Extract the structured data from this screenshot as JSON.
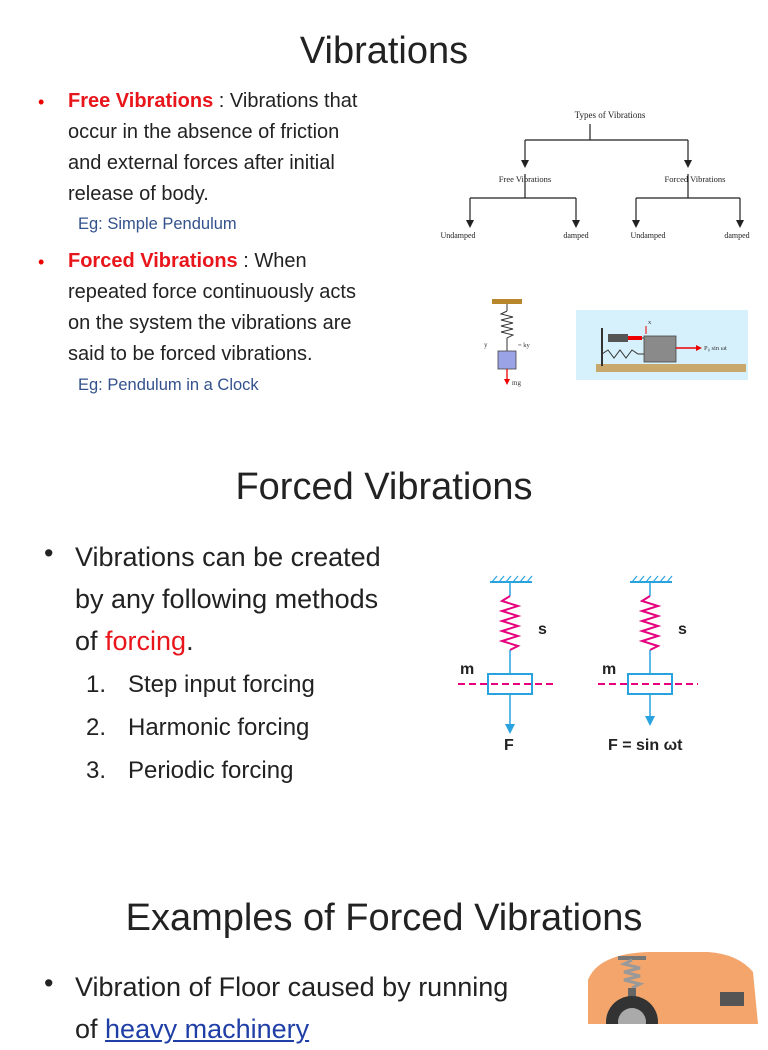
{
  "slide1": {
    "title": "Vibrations",
    "bullet1": {
      "term": "Free Vibrations",
      "sep": " : ",
      "text1": "Vibrations that",
      "lines": [
        "occur in the absence of friction",
        "and external forces after initial",
        "release of body."
      ]
    },
    "eg1": "Eg: Simple Pendulum",
    "bullet2": {
      "term": "Forced Vibrations",
      "sep": " : ",
      "text1": "When",
      "lines": [
        "repeated force continuously acts",
        "on the system the vibrations are",
        "said to be forced vibrations."
      ]
    },
    "eg2": "Eg: Pendulum in a Clock",
    "tree": {
      "root": "Types of Vibrations",
      "left": "Free Vibrations",
      "right": "Forced Vibrations",
      "leaves": [
        "Undamped",
        "damped",
        "Undamped",
        "damped"
      ]
    },
    "fig1_labels": {
      "force": "mg",
      "spring": "= ky",
      "disp": "y"
    },
    "fig2_labels": {
      "force": "P₀ sin ωt",
      "top": "x"
    }
  },
  "slide2": {
    "title": "Forced Vibrations",
    "intro_lines": [
      "Vibrations can be created",
      "by any following methods"
    ],
    "intro_last_pre": "of ",
    "intro_last_red": "forcing",
    "intro_last_post": ".",
    "items": [
      {
        "num": "1.",
        "text": "Step input forcing"
      },
      {
        "num": "2.",
        "text": "Harmonic forcing"
      },
      {
        "num": "3.",
        "text": "Periodic forcing"
      }
    ],
    "diagram": {
      "spring_label": "s",
      "mass_label": "m",
      "force_left": "F",
      "force_right": "F = sin ωt"
    }
  },
  "slide3": {
    "title": "Examples of Forced Vibrations",
    "bullet": "Vibration of Floor caused by running",
    "line2_pre": "of ",
    "line2_link": "heavy machinery"
  },
  "colors": {
    "red": "#e8151b",
    "blue": "#33518c",
    "pink": "#e6007e",
    "cyan": "#29a3e0"
  }
}
